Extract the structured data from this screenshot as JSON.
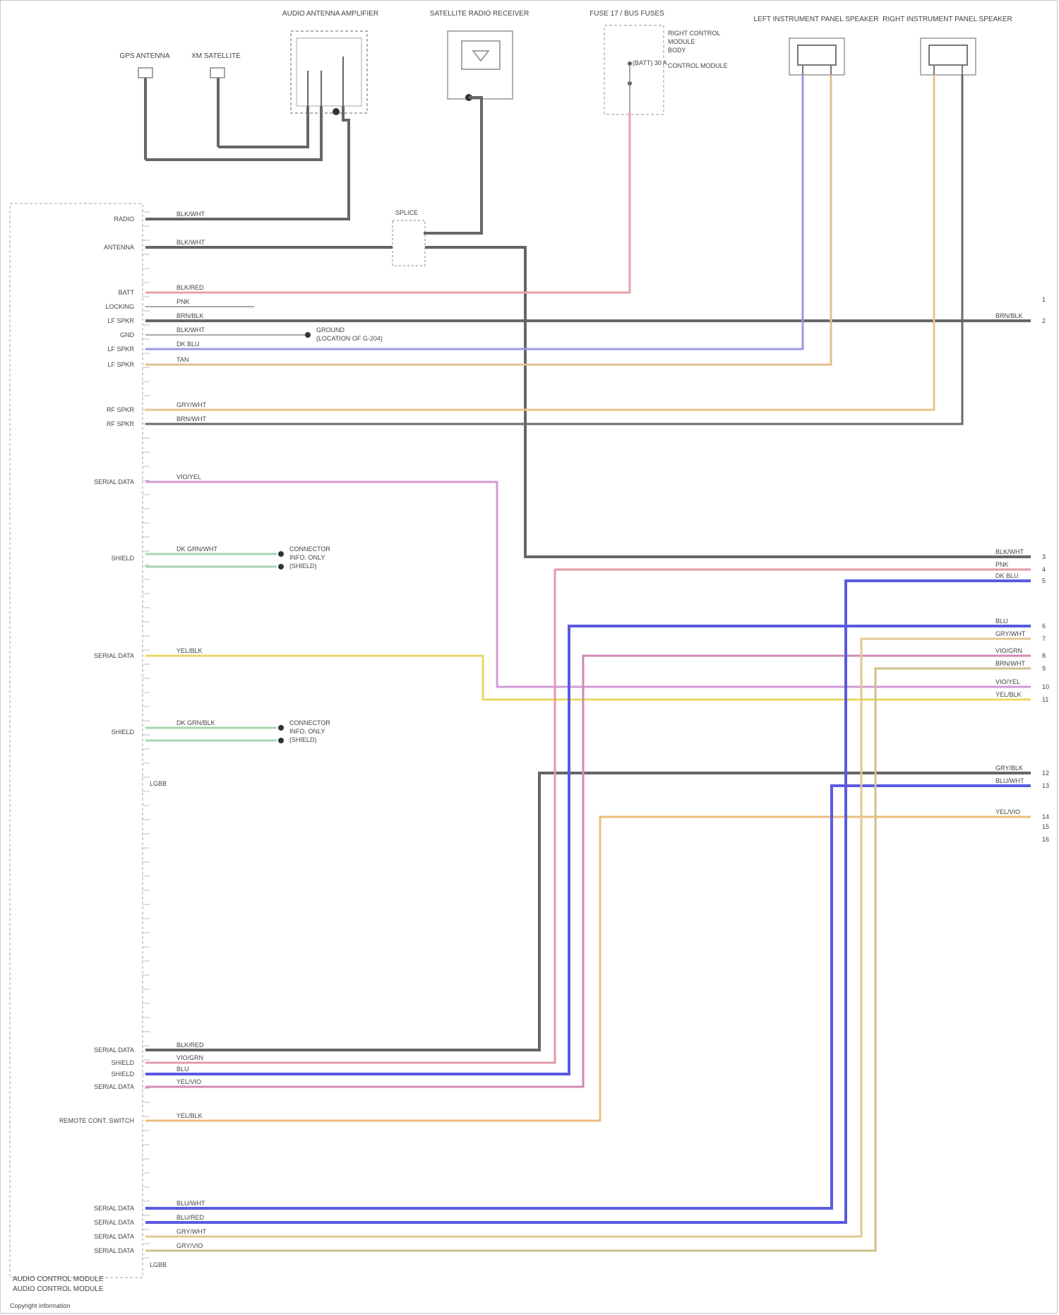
{
  "diagram": {
    "footer_lines": [
      "AUDIO CONTROL MODULE",
      "AUDIO CONTROL MODULE"
    ],
    "copyright": "Copyright information",
    "module_label": "LGBB",
    "components": {
      "gps_antenna": {
        "name": "GPS ANTENNA"
      },
      "sat_antenna": {
        "name": "XM SATELLITE"
      },
      "antenna_amp": {
        "name": "AUDIO ANTENNA AMPLIFIER"
      },
      "satellite_receiver": {
        "name": "SATELLITE RADIO RECEIVER"
      },
      "fuse_block": {
        "name": "FUSE 17 / BUS FUSES",
        "notes": [
          "RIGHT CONTROL",
          "MODULE",
          "BODY",
          "CONTROL MODULE",
          "(BATT) 30 A"
        ]
      },
      "splice": {
        "name": "SPLICE"
      },
      "lf_speaker": {
        "name": "LEFT INSTRUMENT PANEL SPEAKER"
      },
      "rf_speaker": {
        "name": "RIGHT INSTRUMENT PANEL SPEAKER"
      }
    },
    "pins": {
      "left": [
        "RADIO",
        "ANTENNA",
        "BATT",
        "LOCKING",
        "LF SPKR",
        "GND",
        "LF SPKR",
        "LF SPKR",
        "RF SPKR",
        "RF SPKR",
        "SERIAL DATA",
        "SHIELD",
        "SERIAL DATA",
        "SHIELD",
        "SERIAL DATA",
        "SHIELD",
        "SHIELD",
        "SERIAL DATA",
        "SERIAL DATA",
        "SERIAL DATA",
        "SERIAL DATA",
        "REMOTE CONT. SWITCH",
        "SERIAL DATA",
        "SERIAL DATA",
        "SERIAL DATA",
        "SERIAL DATA"
      ]
    },
    "wires": {
      "colors": {
        "black": "#555555",
        "pink": "#e8a0a8",
        "blue": "#5a5ae0",
        "tan": "#e0c090",
        "purple": "#d49ad8",
        "yellow": "#e8d860",
        "green": "#a6d6b0",
        "orange": "#ecbc7c",
        "darkgray": "#6a6a6a"
      },
      "labels": {
        "w1": "BLK/RED",
        "w2": "PNK",
        "w3": "BRN/BLK",
        "w4": "BLK/WHT",
        "w5": "DK BLU",
        "w6": "TAN",
        "w7": "GRY/WHT",
        "w8": "BRN/WHT",
        "w9": "VIO/YEL",
        "w10": "DK GRN/WHT",
        "w11": "YEL/BLK",
        "w12": "DK GRN/BLK",
        "w13": "BLK/RED",
        "w14": "GRY/BLK",
        "w15": "BLU",
        "w16": "VIO/GRN",
        "w17": "YEL/VIO",
        "w18": "BLU/WHT",
        "w19": "BLU/RED",
        "w20": "GRY/WHT",
        "w21": "GRY/VIO"
      },
      "notes": {
        "ground": "GROUND",
        "ground_loc": "(LOCATION OF G-204)",
        "conn1": "CONNECTOR",
        "conn2": "INFO. ONLY",
        "conn3": "(SHIELD)"
      }
    },
    "right_pins": [
      "1",
      "2",
      "3",
      "4",
      "5",
      "6",
      "7",
      "8",
      "9",
      "10",
      "11",
      "12",
      "13",
      "14",
      "15",
      "16"
    ]
  }
}
